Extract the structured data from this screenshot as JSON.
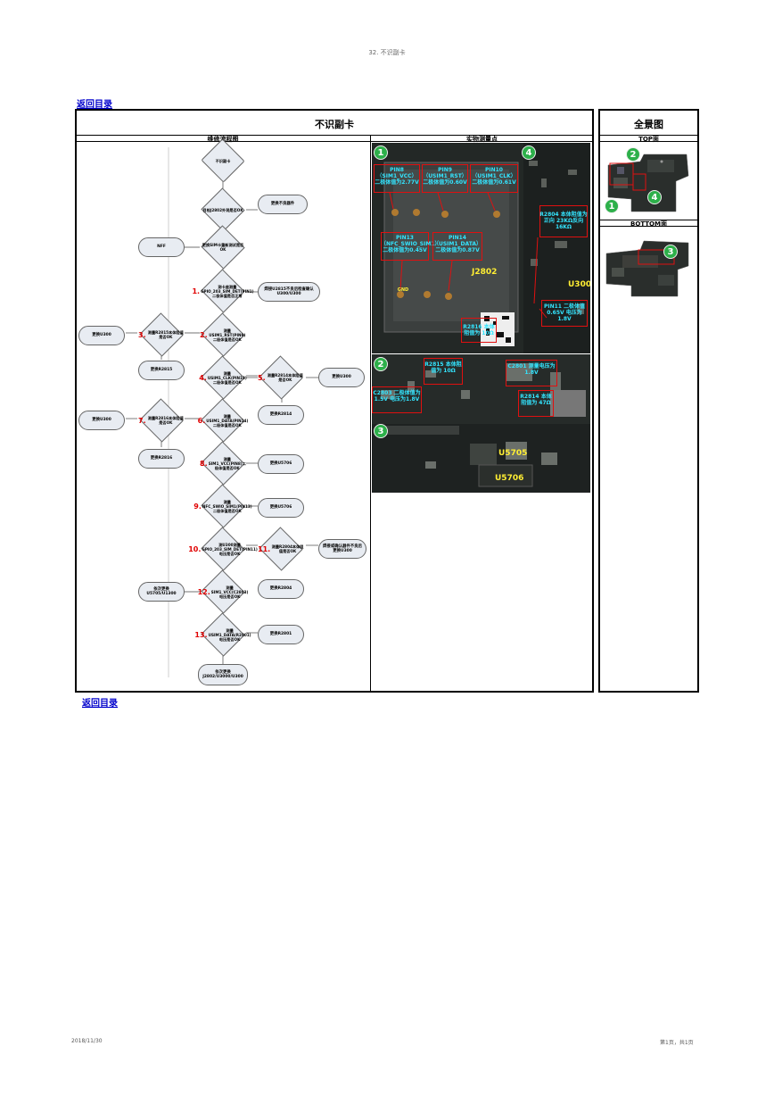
{
  "page_header": "32. 不识副卡",
  "back_link": "返回目录",
  "table": {
    "title": "不识副卡",
    "col_flow": "维修流程图",
    "col_points": "实物测量点",
    "panorama_title": "全景图",
    "top_label": "TOP面",
    "bottom_label": "BOTTOM面"
  },
  "flow": {
    "start": "不识副卡",
    "d1": "目检J2802外观是否OK",
    "r1": "更换不良器件",
    "d2": "更换SIM卡重新测试是否OK",
    "r2": "NFF",
    "d3": "测卡座测量 GPIO_203_SIM_DET(PIN1)二极体值是否正常",
    "r3": "焊接U2815不良后检查确认U300/U300",
    "n2": "2.",
    "d4": "测量 USIM1_RST(PIN9)二极体值是否OK",
    "n3": "3.",
    "d5": "测量R2815本体阻值是否OK",
    "r5a": "更换U300",
    "r5b": "更换R2815",
    "n4": "4.",
    "d6": "测量 USIM1_CLK(PIN10)二极体值是否OK",
    "n5": "5.",
    "d7": "测量R2814本体阻值是否OK",
    "r7a": "更换U300",
    "r7b": "更换R2814",
    "n6": "6.",
    "d8": "测量 USIM1_DATA(PIN14)二极体值是否OK",
    "n7": "7.",
    "d9": "测量R2816本体阻值是否OK",
    "r9a": "更换U300",
    "r9b": "更换R2816",
    "n8": "8.",
    "d10": "测量 SIM1_VCC(PIN8)二极体值是否OK",
    "r10": "更换U5706",
    "n9": "9.",
    "d11": "测量 NFC_SWIO_SIM1(PIN13)二极体值是否OK",
    "r11": "更换U5706",
    "n10": "10.",
    "d12": "测U300测量 GPIO_203_SIM_DET(PIN11)电压是否OK",
    "n11": "11.",
    "d13": "测量R2804本体阻值是否OK",
    "r13": "焊接或确认器件不良后更换U300",
    "r12": "更换R2804",
    "n12": "12.",
    "d14": "测量 SIM1_VCC(C2803)电压是否OK",
    "r14": "依次更换U5705/U1300",
    "n13": "13.",
    "d15": "测量 USIM1_DATA(R2801)电压是否OK",
    "r15a": "更换R2801",
    "r15b": "依次更换J2802/U3000/U300"
  },
  "photo1": {
    "c1": "1",
    "c4": "4",
    "p8": "PIN8 （SIM1_VCC） 二极体值为2.77V",
    "p9": "PIN9 （USIM1_RST） 二极体值为0.60V",
    "p10": "PIN10 （USIM1_CLK） 二极体值为0.61V",
    "p13": "PIN13 （NFC_SWIO_SIM1） 二极体值为0.45V",
    "p14": "PIN14 （USIM1_DATA） 二极体值为0.87V",
    "j2802": "J2802",
    "gnd": "GND",
    "r2804": "R2804 本体阻值为正向 23KΩ反向16KΩ",
    "u300": "U300",
    "pin11": "PIN11 二极体值0.65V 电压为1.8V",
    "r2816": "R2816 本体阻值为 10Ω"
  },
  "photo2": {
    "c2": "2",
    "c3": "3",
    "r2815": "R2815 本体阻值为 10Ω",
    "c2803": "C2803 二极体值为1.5V 电压为1.8V",
    "c2801": "C2801 测量电压为 1.8V",
    "r2814": "R2814 本体阻值为 47Ω",
    "u5705": "U5705",
    "u5706": "U5706"
  },
  "footer": {
    "date": "2018/11/30",
    "page": "第1页，共1页"
  }
}
